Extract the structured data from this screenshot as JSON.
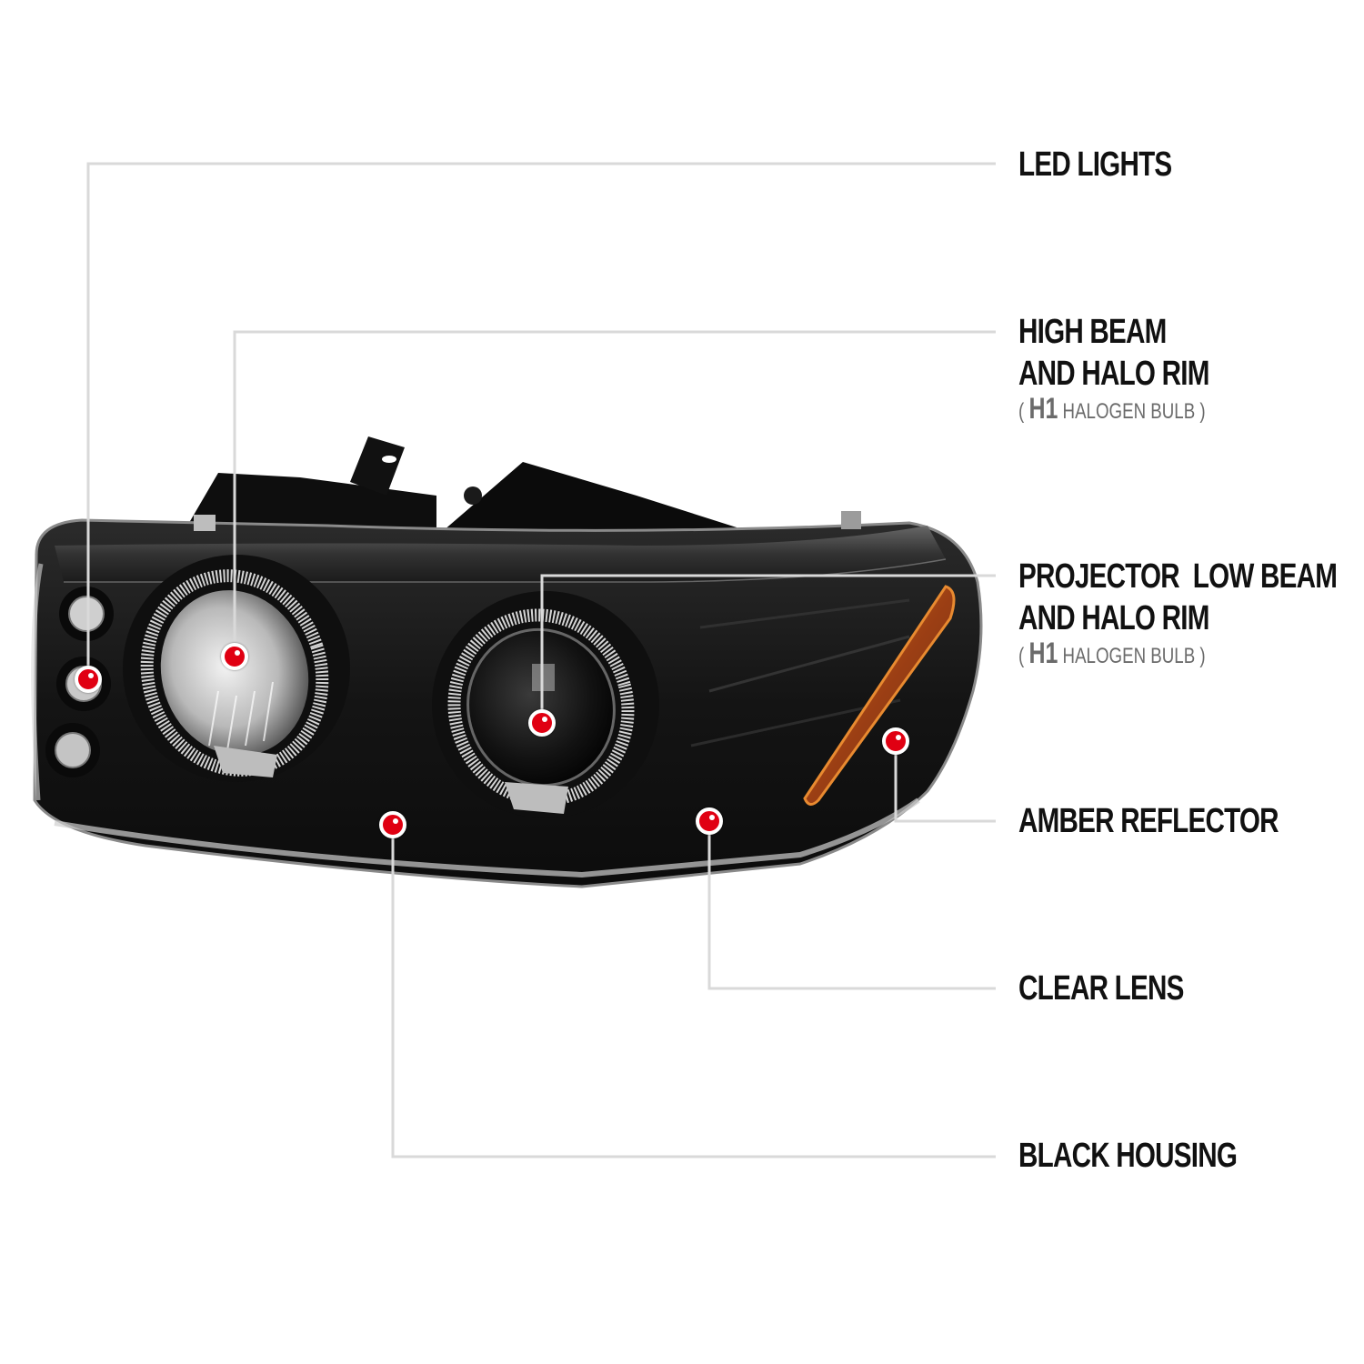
{
  "diagram": {
    "subject": "Black housing halo projector headlight",
    "colors": {
      "marker": "#e00012",
      "leader_line": "#d9d9d9",
      "housing": "#1a1a1a",
      "amber": "#c2561a",
      "label_text": "#111111",
      "sub_text": "#6b6b6b"
    },
    "callouts": [
      {
        "id": "led-lights",
        "lines": [
          "LED LIGHTS"
        ],
        "sub": null,
        "marker": [
          97,
          747
        ]
      },
      {
        "id": "high-beam",
        "lines": [
          "HIGH BEAM",
          "AND HALO RIM"
        ],
        "sub": {
          "open": "( ",
          "code": "H1",
          "text": " HALOGEN BULB )"
        },
        "marker": [
          258,
          722
        ]
      },
      {
        "id": "projector-low-beam",
        "lines": [
          "PROJECTOR  LOW BEAM",
          "AND HALO RIM"
        ],
        "sub": {
          "open": "( ",
          "code": "H1",
          "text": " HALOGEN BULB )"
        },
        "marker": [
          596,
          795
        ]
      },
      {
        "id": "amber-reflector",
        "lines": [
          "AMBER REFLECTOR"
        ],
        "sub": null,
        "marker": [
          985,
          815
        ]
      },
      {
        "id": "clear-lens",
        "lines": [
          "CLEAR LENS"
        ],
        "sub": null,
        "marker": [
          780,
          903
        ]
      },
      {
        "id": "black-housing",
        "lines": [
          "BLACK HOUSING"
        ],
        "sub": null,
        "marker": [
          432,
          907
        ]
      }
    ]
  }
}
